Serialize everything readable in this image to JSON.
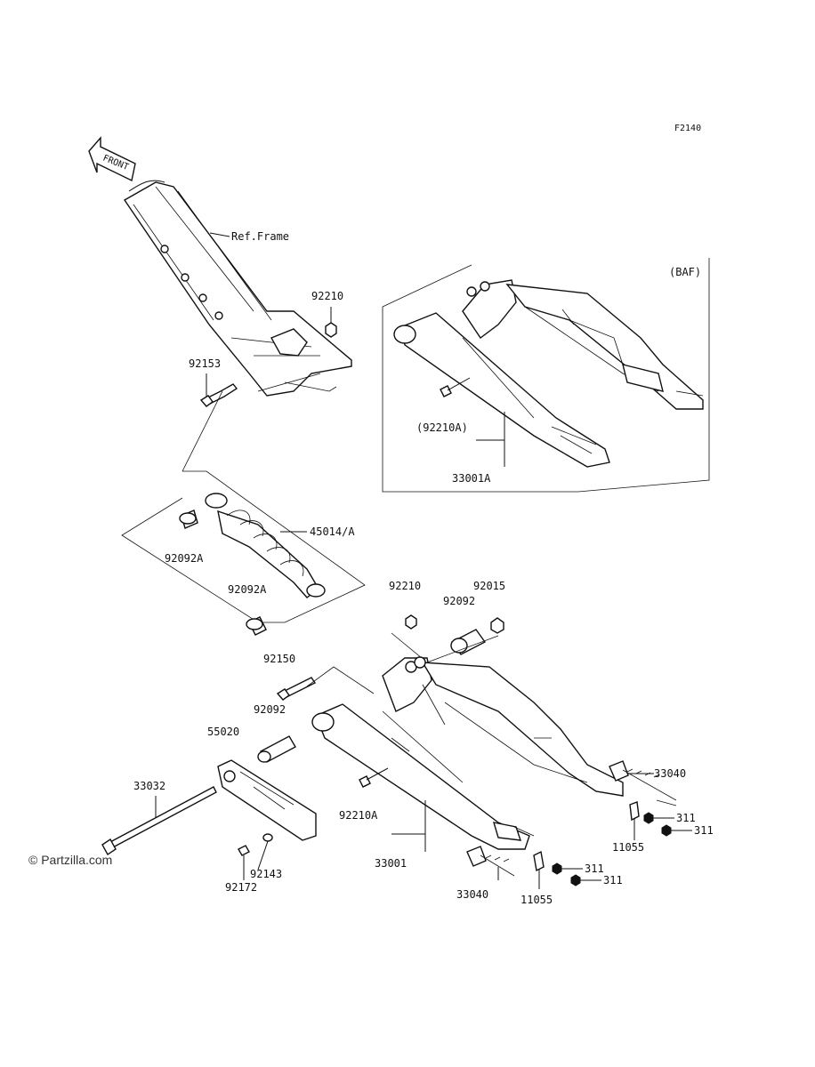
{
  "figure_code": "F2140",
  "variant_label": "(BAF)",
  "front_label": "FRONT",
  "watermark": "© Partzilla.com",
  "footer": "",
  "parts": {
    "ref_frame": "Ref.Frame",
    "p92210_top": "92210",
    "p92153": "92153",
    "p92210A_paren": "(92210A)",
    "p33001A": "33001A",
    "p45014A": "45014/A",
    "p92092A_top": "92092A",
    "p92092A_bottom": "92092A",
    "p92210_mid": "92210",
    "p92015": "92015",
    "p92092_mid": "92092",
    "p92150": "92150",
    "p92092_low": "92092",
    "p55020": "55020",
    "p33032": "33032",
    "p92210A": "92210A",
    "p33001": "33001",
    "p33040_right": "33040",
    "p311_a": "311",
    "p311_b": "311",
    "p11055_right": "11055",
    "p311_c": "311",
    "p311_d": "311",
    "p33040_bottom": "33040",
    "p11055_bottom": "11055",
    "p92143": "92143",
    "p92172": "92172"
  }
}
